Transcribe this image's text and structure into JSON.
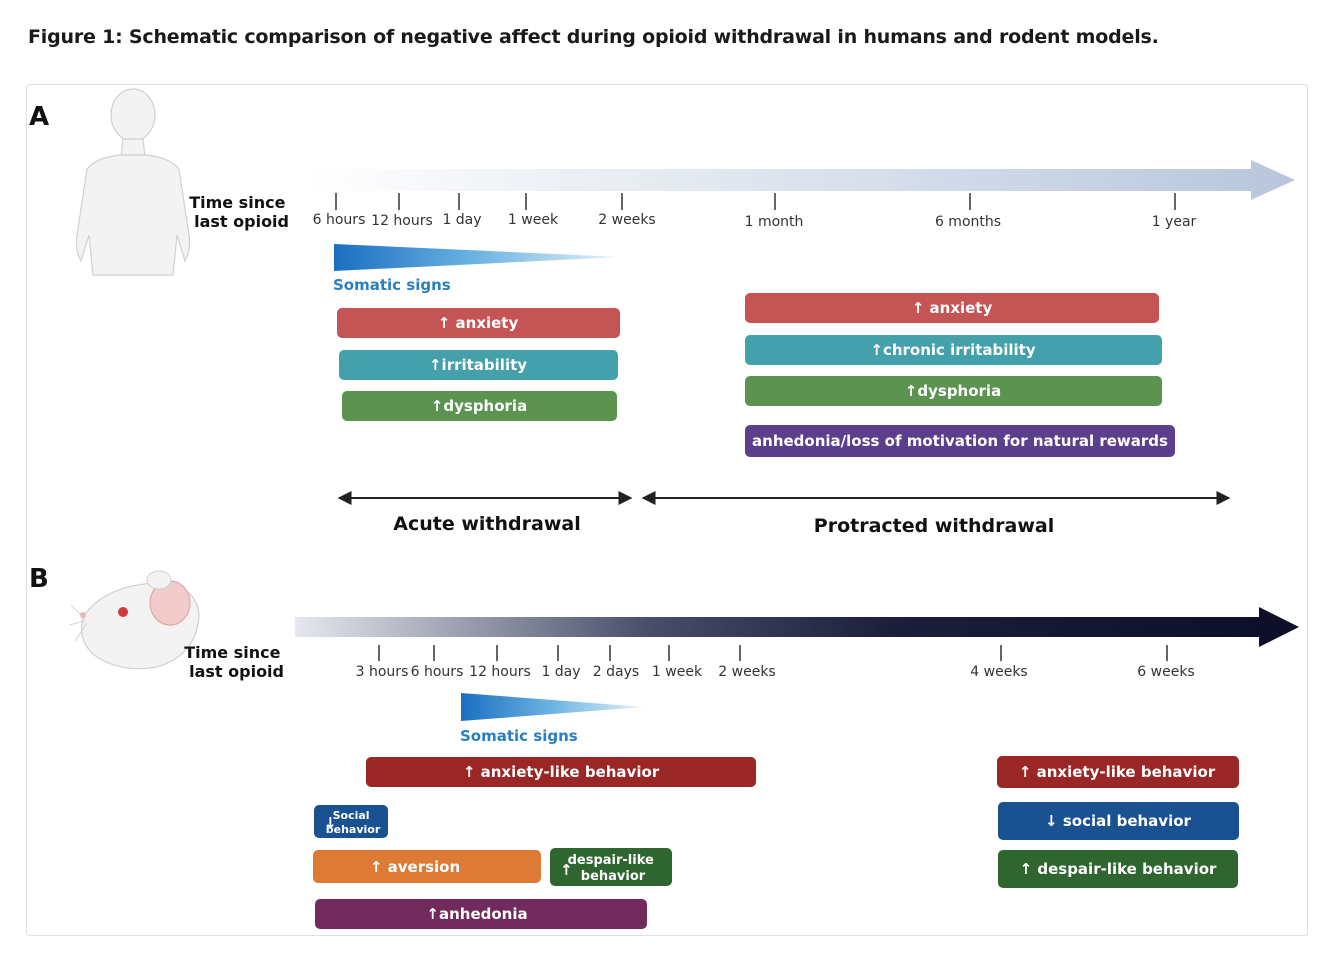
{
  "caption": "Figure 1: Schematic comparison of negative affect during opioid withdrawal in humans and rodent models.",
  "panel_a": {
    "letter": "A",
    "time_label": [
      "Time since",
      "last opioid"
    ],
    "ticks": [
      "6 hours",
      "12 hours",
      "1 day",
      "1 week",
      "2 weeks",
      "1 month",
      "6 months",
      "1 year"
    ],
    "somatic_label": "Somatic signs",
    "acute_bars": [
      {
        "text": "anxiety",
        "arrow": "up",
        "color": "#c55555"
      },
      {
        "text": "irritability",
        "arrow": "up",
        "color": "#44a0aa"
      },
      {
        "text": "dysphoria",
        "arrow": "up",
        "color": "#5c9350"
      }
    ],
    "protracted_bars": [
      {
        "text": "anxiety",
        "arrow": "up",
        "color": "#c55555"
      },
      {
        "text": "chronic irritability",
        "arrow": "up",
        "color": "#44a0aa"
      },
      {
        "text": "dysphoria",
        "arrow": "up",
        "color": "#5c9350"
      },
      {
        "text": "anhedonia/loss of motivation for natural rewards",
        "arrow": "none",
        "color": "#5b3f8c"
      }
    ],
    "phase_labels": [
      "Acute withdrawal",
      "Protracted withdrawal"
    ]
  },
  "panel_b": {
    "letter": "B",
    "time_label": [
      "Time since",
      "last opioid"
    ],
    "ticks": [
      "3 hours",
      "6 hours",
      "12 hours",
      "1 day",
      "2 days",
      "1 week",
      "2 weeks",
      "4 weeks",
      "6 weeks"
    ],
    "somatic_label": "Somatic signs",
    "bars": [
      {
        "text": "anxiety-like behavior",
        "arrow": "up",
        "color": "#9b2626"
      },
      {
        "text": [
          "Social",
          "behavior"
        ],
        "arrow": "down",
        "color": "#1a5291"
      },
      {
        "text": "aversion",
        "arrow": "up",
        "color": "#dd7a35"
      },
      {
        "text": [
          "despair-like",
          "behavior"
        ],
        "arrow": "up",
        "color": "#2f6630"
      },
      {
        "text": "anhedonia",
        "arrow": "up",
        "color": "#702a5b"
      },
      {
        "text": "anxiety-like behavior",
        "arrow": "up",
        "color": "#9b2626"
      },
      {
        "text": "social behavior",
        "arrow": "down",
        "color": "#1a5291"
      },
      {
        "text": "despair-like behavior",
        "arrow": "up",
        "color": "#2f6630"
      }
    ]
  }
}
